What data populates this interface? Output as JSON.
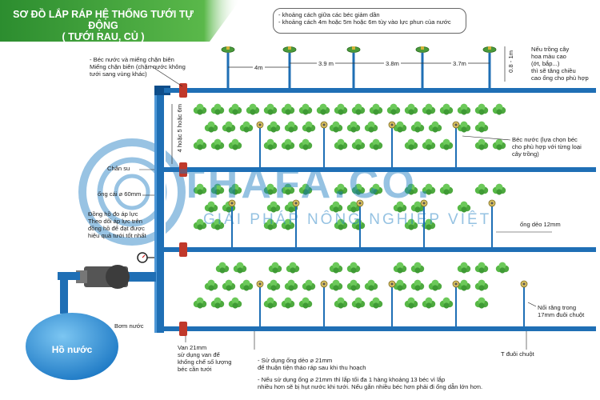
{
  "title": "SƠ ĐỒ LẮP RÁP HỆ THỐNG TƯỚI TỰ ĐỘNG\n( TƯỚI RAU, CỦ )",
  "watermark": {
    "brand": "THAFA.CO.",
    "slogan": "GIẢI PHÁP NÔNG NGHIỆP VIỆT"
  },
  "notes": {
    "spacing_note": "- khoảng cách giữa các béc giảm dần\n- khoảng cách 4m hoặc 5m hoặc 6m tùy vào lực phun của nước",
    "bec_chan_bien": "- Béc nước và miếng chặn biên\nMiếng chặn biên (chặn nước không\ntưới sang vùng khác)",
    "tall_crops": "Nếu trồng cây\nhoa màu cao\n(ớt, bắp...)\nthì sẽ tăng chiều\ncao ống cho phù hợp",
    "riser_height": "0.8 - 1m",
    "row_spacing": "4 hoặc 5 hoặc 6m",
    "chan_su": "Chân su",
    "main_pipe": "ống cái ⌀ 60mm",
    "pressure_gauge": "Đồng hồ đo áp lực\nTheo dõi áp lực trên\nđồng hồ để đạt được\nhiệu quả tưới tốt nhất",
    "sprinkler_choice": "Béc nước (lựa chọn béc\ncho phù hợp với từng loại\ncây trồng)",
    "hose_12": "ống dẻo 12mm",
    "mouse_tail_thread": "Nối răng trong\n17mm đuôi chuột",
    "pump": "Bơm nước",
    "tank": "Hồ nước",
    "valve": "Van 21mm\nsử dụng van để\nkhống chế số lượng\nbéc cần tưới",
    "hose_21": "- Sử dụng ống dẻo ⌀ 21mm\nđể thuận tiện tháo ráp sau khi thu hoạch",
    "t_mouse_tail": "T đuôi chuột",
    "bottom_note": "- Nếu sử dụng ống ⌀ 21mm thì lắp tối đa 1 hàng khoảng 13 béc vì lắp\nnhiều hơn sẽ bị hụt nước khi tưới. Nếu gắn nhiều béc hơn phải đi ống dẫn lớn hơn."
  },
  "dimensions": [
    "4m",
    "3.9 m",
    "3.8m",
    "3.7m"
  ],
  "colors": {
    "pipe": "#1f6fb5",
    "pipe_dark": "#0d4d8a",
    "header_green": "#3aa33a",
    "plant": "#56b848",
    "water": "#2f8fd6"
  }
}
